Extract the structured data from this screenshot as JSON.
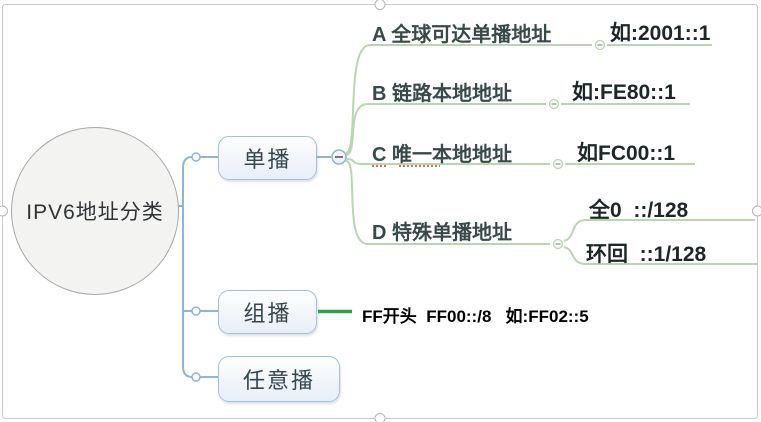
{
  "mindmap": {
    "root": {
      "label": "IPV6地址分类"
    },
    "branches": [
      {
        "label": "单播",
        "children": [
          {
            "label": "A 全球可达单播地址",
            "value": "如:2001::1"
          },
          {
            "label": "B 链路本地地址",
            "value": "如:FE80::1"
          },
          {
            "label": "C 唯一本地地址",
            "value": "如FC00::1"
          },
          {
            "label": "D 特殊单播地址",
            "children": [
              {
                "label": "全0  ::/128"
              },
              {
                "label": "环回  ::1/128"
              }
            ]
          }
        ]
      },
      {
        "label": "组播",
        "note": "FF开头  FF00::/8   如:FF02::5"
      },
      {
        "label": "任意播"
      }
    ],
    "collapse_icon_glyph": "minus"
  },
  "colors": {
    "connector_blue": "#8fb4d8",
    "branch_green": "#b9d6b3",
    "multicast_green": "#2fa14c",
    "node_border": "#a3bfdc",
    "node_fill": "#e8eff7",
    "root_fill": "#f3f3f1",
    "root_border": "#a8a8a8",
    "spellcheck_red": "#e06c5f",
    "frame_gray": "#c9c9c9"
  }
}
